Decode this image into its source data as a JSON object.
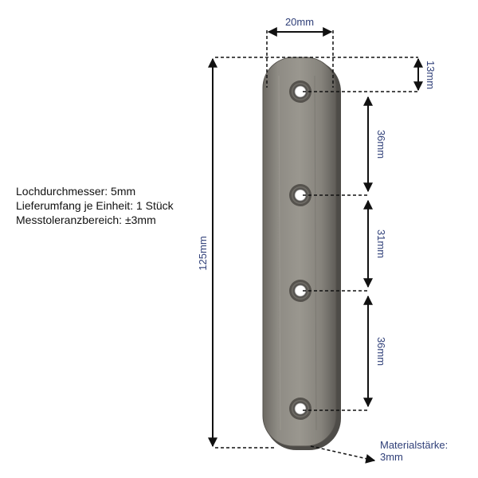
{
  "specs": {
    "hole_diameter": "Lochdurchmesser: 5mm",
    "delivery_scope": "Lieferumfang je Einheit: 1 Stück",
    "tolerance": "Messtoleranzbereich: ±3mm"
  },
  "dimensions": {
    "width": "20mm",
    "top_offset": "13mm",
    "hole_gap_1": "36mm",
    "hole_gap_2": "31mm",
    "hole_gap_3": "36mm",
    "total_length": "125mm",
    "material_label": "Materialstärke:",
    "material_value": "3mm"
  },
  "colors": {
    "label_text": "#2f3f78",
    "arrow": "#111111",
    "plate": "#7d7a73"
  }
}
